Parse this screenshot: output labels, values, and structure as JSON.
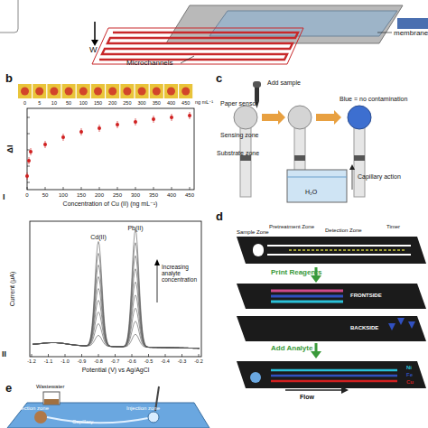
{
  "diagram": {
    "labels": [
      "W",
      "Microchannels",
      "membrane",
      "b",
      "0",
      "5",
      "10",
      "50",
      "100",
      "150",
      "200",
      "250",
      "300",
      "350",
      "400",
      "450",
      "ng mL⁻¹",
      "ΔI",
      "0",
      "50",
      "100",
      "150",
      "200",
      "250",
      "300",
      "350",
      "400",
      "450",
      "Concentration of Cu (II) (ng mL⁻¹)",
      "I",
      "c",
      "Add sample",
      "Paper sensor",
      "Blue = no contamination",
      "Sensing zone",
      "Substrate zone",
      "H₂O",
      "Capillary action",
      "Cd(II)",
      "Pb(II)",
      "Current (μA)",
      "Increasing analyte concentration",
      "-1.2",
      "-1.1",
      "-1.0",
      "-0.9",
      "-0.8",
      "-0.7",
      "-0.6",
      "-0.5",
      "-0.4",
      "-0.3",
      "-0.2",
      "Potential (V) vs Ag/AgCl",
      "II",
      "d",
      "Sample Zone",
      "Pretreatment Zone",
      "Detection Zone",
      "Timer",
      "Print Reagents",
      "FRONTSIDE",
      "BACKSIDE",
      "Add Analyte",
      "Flow",
      "Ni",
      "Fe",
      "Cu",
      "e",
      "Wastewater",
      "Detection zone",
      "Capillary",
      "Injection zone"
    ]
  }
}
